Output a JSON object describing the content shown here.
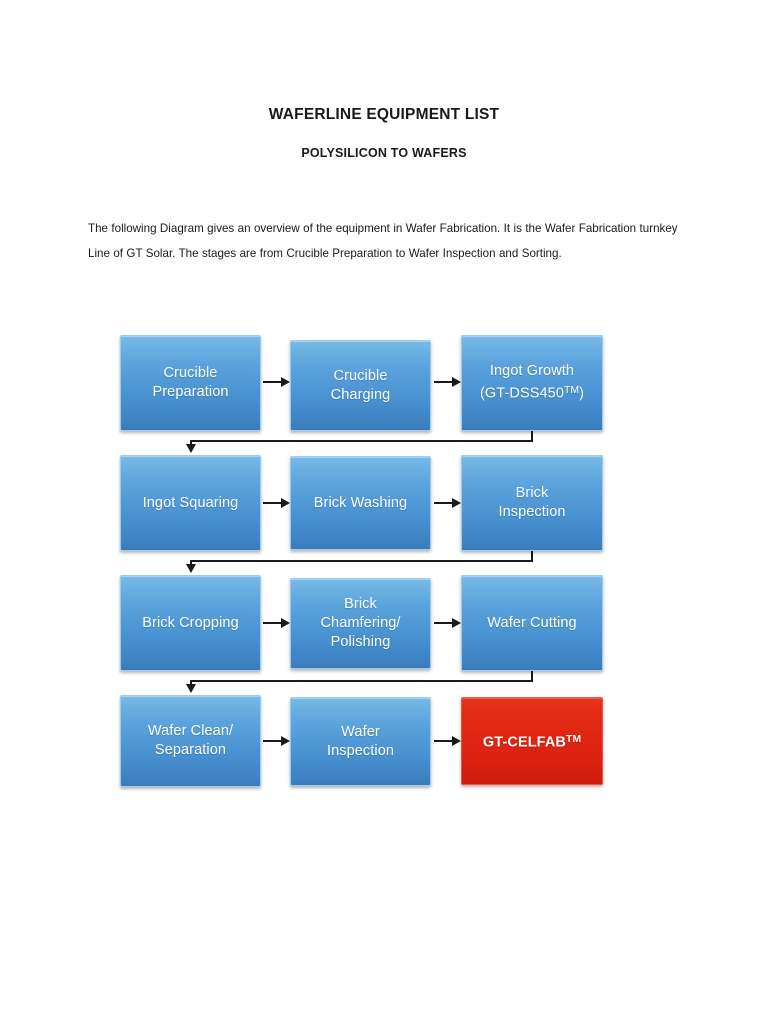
{
  "document": {
    "title": "WAFERLINE EQUIPMENT LIST",
    "subtitle": "POLYSILICON TO WAFERS",
    "paragraph": "The following Diagram gives an overview of the equipment in Wafer Fabrication. It is the Wafer Fabrication turnkey Line of GT Solar. The stages are from Crucible Preparation to Wafer Inspection and Sorting."
  },
  "colors": {
    "box_blue_top": "#79bbe8",
    "box_blue_bottom": "#3a7cbb",
    "box_red": "#e02b18",
    "box_text": "#ffffff",
    "connector": "#1a1a1a",
    "page_background": "#ffffff"
  },
  "flowchart": {
    "rows": [
      {
        "nodes": [
          {
            "id": "crucible-preparation",
            "label": "Crucible\nPreparation",
            "color": "blue"
          },
          {
            "id": "crucible-charging",
            "label": "Crucible\nCharging",
            "color": "blue"
          },
          {
            "id": "ingot-growth",
            "label_line1": "Ingot Growth",
            "label_line2": "(GT-DSS450",
            "label_tm": "TM",
            "label_line2_end": ")",
            "color": "blue"
          }
        ]
      },
      {
        "nodes": [
          {
            "id": "ingot-squaring",
            "label": "Ingot Squaring",
            "color": "blue"
          },
          {
            "id": "brick-washing",
            "label": "Brick Washing",
            "color": "blue"
          },
          {
            "id": "brick-inspection",
            "label": "Brick\nInspection",
            "color": "blue"
          }
        ]
      },
      {
        "nodes": [
          {
            "id": "brick-cropping",
            "label": "Brick Cropping",
            "color": "blue"
          },
          {
            "id": "brick-chamfering-polishing",
            "label": "Brick\nChamfering/\nPolishing",
            "color": "blue"
          },
          {
            "id": "wafer-cutting",
            "label": "Wafer Cutting",
            "color": "blue"
          }
        ]
      },
      {
        "nodes": [
          {
            "id": "wafer-clean-separation",
            "label": "Wafer Clean/\nSeparation",
            "color": "blue"
          },
          {
            "id": "wafer-inspection",
            "label": "Wafer\nInspection",
            "color": "blue"
          },
          {
            "id": "gt-celfab",
            "label_main": "GT-CELFAB",
            "label_tm": "TM",
            "color": "red"
          }
        ]
      }
    ]
  }
}
